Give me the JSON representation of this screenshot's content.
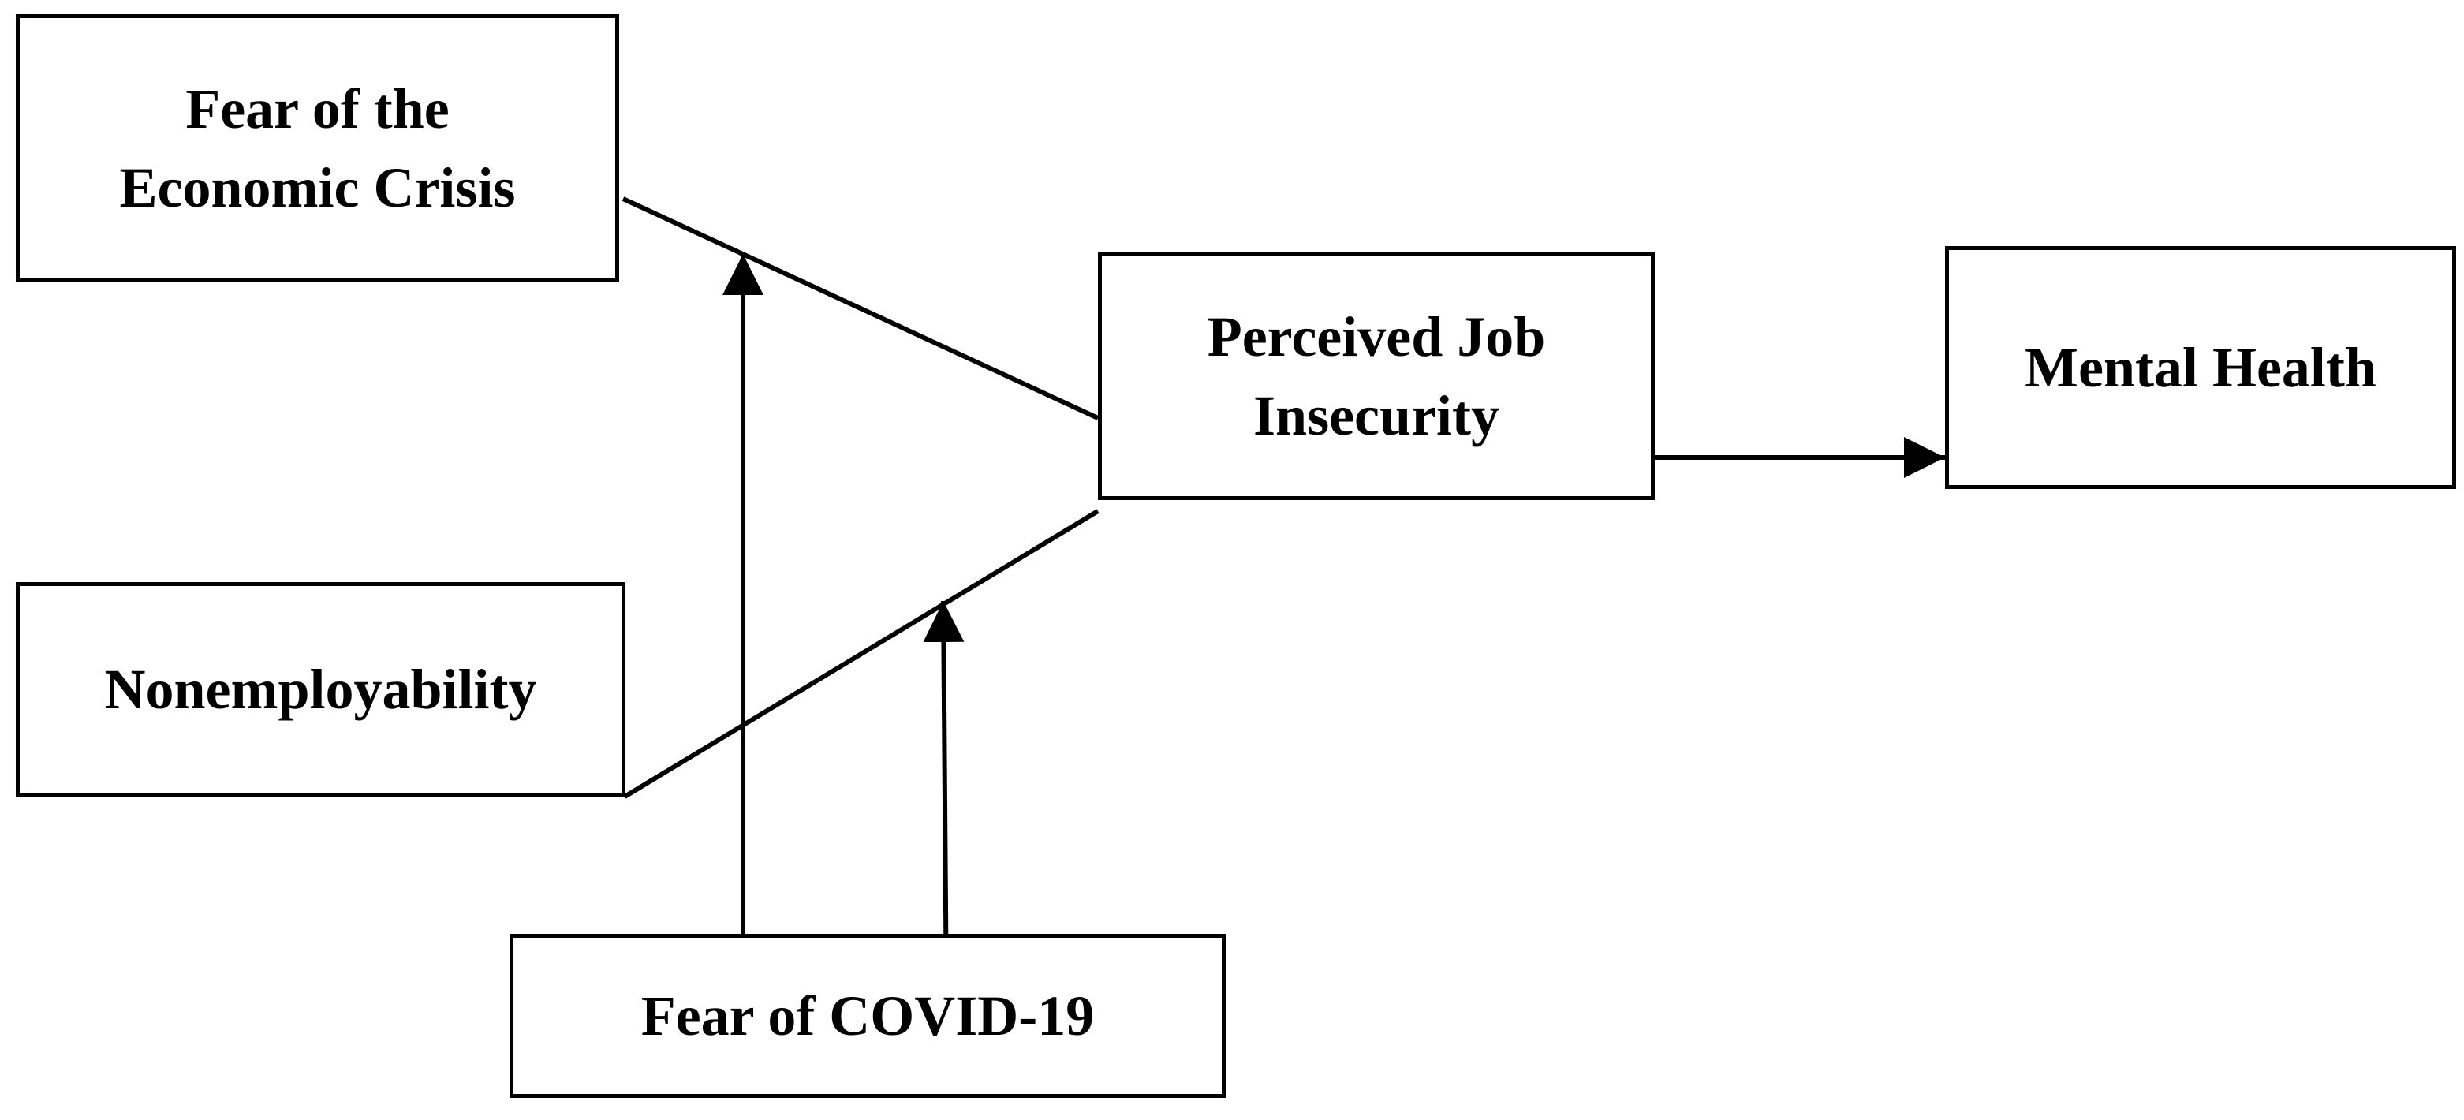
{
  "nodes": {
    "fear_economic_crisis": "Fear of the\nEconomic Crisis",
    "nonemployability": "Nonemployability",
    "perceived_job_insecurity": "Perceived Job\nInsecurity",
    "mental_health": "Mental Health",
    "fear_covid": "Fear of COVID-19"
  },
  "colors": {
    "stroke": "#000000",
    "background": "#ffffff"
  }
}
